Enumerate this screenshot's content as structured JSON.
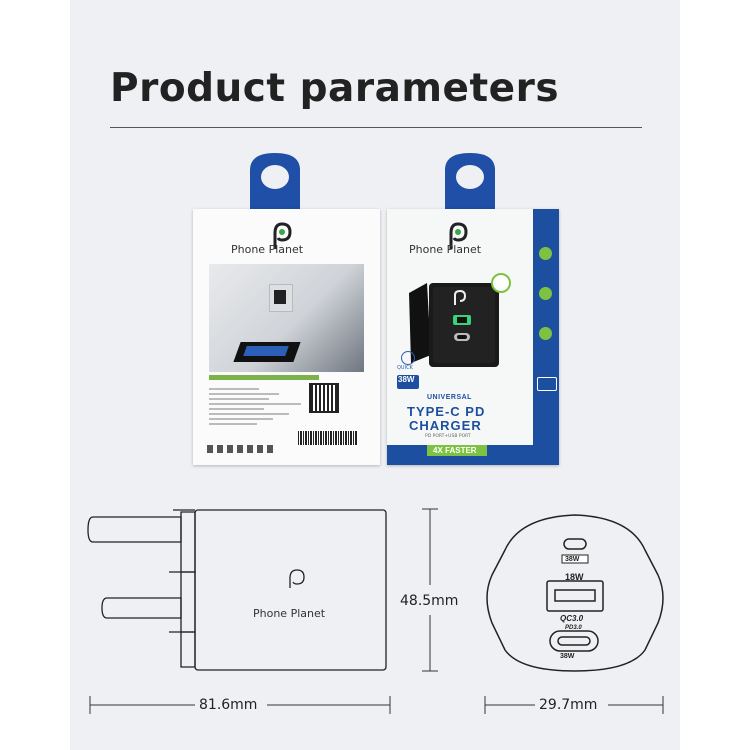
{
  "title": "Product parameters",
  "brand": "Phone Planet",
  "package": {
    "line1": "UNIVERSAL",
    "line2": "TYPE-C PD",
    "line3": "CHARGER",
    "subline": "PD PORT+USB PORT",
    "badge": "4X FASTER",
    "power": "38W",
    "quick": "QUICK"
  },
  "dimensions": {
    "height": "48.5mm",
    "length": "81.6mm",
    "width": "29.7mm"
  },
  "ports": {
    "top_label": "38W",
    "usb_label": "18W",
    "qc_label": "QC3.0",
    "pd_label": "PD3.0",
    "usbc_label": "38W"
  }
}
